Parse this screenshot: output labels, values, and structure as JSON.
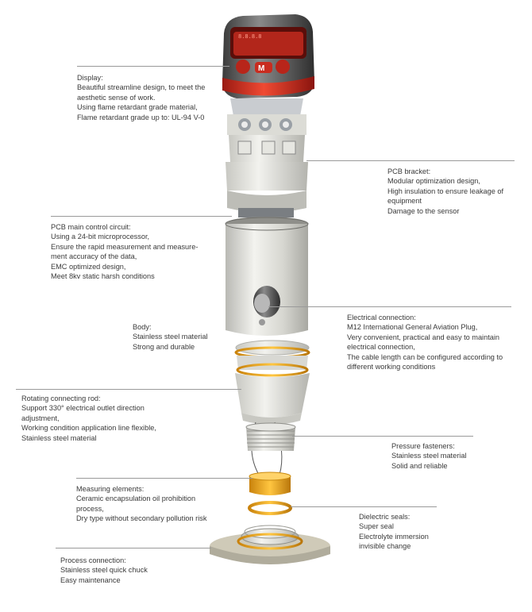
{
  "colors": {
    "accent": "#d9362b",
    "brass": "#e8a51a",
    "steel": "#d7d7d2",
    "line": "#9a9a9a"
  },
  "display_panel": {
    "m_key": "M"
  },
  "annotations": {
    "display": {
      "title": "Display:",
      "lines": [
        "Beautiful streamline design, to meet the",
        "aesthetic sense of work.",
        "Using flame retardant grade material,",
        "Flame retardant grade up to: UL-94 V-0"
      ]
    },
    "pcb_bracket": {
      "title": "PCB bracket:",
      "lines": [
        "Modular optimization design,",
        "High insulation to ensure leakage of",
        "equipment",
        "Damage to the sensor"
      ]
    },
    "pcb_main": {
      "title": "PCB main control circuit:",
      "lines": [
        "Using a 24-bit microprocessor,",
        "Ensure the rapid measurement and measure-",
        "ment accuracy of the data,",
        "EMC optimized design,",
        "Meet 8kv static harsh conditions"
      ]
    },
    "electrical": {
      "title": "Electrical connection:",
      "lines": [
        "M12 International General Aviation Plug,",
        "Very convenient, practical and easy to maintain",
        "electrical connection,",
        "The cable length can be configured according to",
        "different working conditions"
      ]
    },
    "body": {
      "title": "Body:",
      "lines": [
        "Stainless steel material",
        "Strong and durable"
      ]
    },
    "rotating": {
      "title": "Rotating connecting rod:",
      "lines": [
        "Support 330° electrical outlet direction",
        "adjustment,",
        "Working condition application line flexible,",
        "Stainless steel material"
      ]
    },
    "fasteners": {
      "title": "Pressure fasteners:",
      "lines": [
        "Stainless steel material",
        "Solid and reliable"
      ]
    },
    "measuring": {
      "title": "Measuring elements:",
      "lines": [
        "Ceramic encapsulation oil prohibition",
        "process,",
        "Dry type without secondary pollution risk"
      ]
    },
    "seals": {
      "title": "Dielectric seals:",
      "lines": [
        "Super seal",
        "Electrolyte immersion",
        "invisible change"
      ]
    },
    "process": {
      "title": "Process connection:",
      "lines": [
        "Stainless steel quick chuck",
        "Easy maintenance"
      ]
    }
  }
}
